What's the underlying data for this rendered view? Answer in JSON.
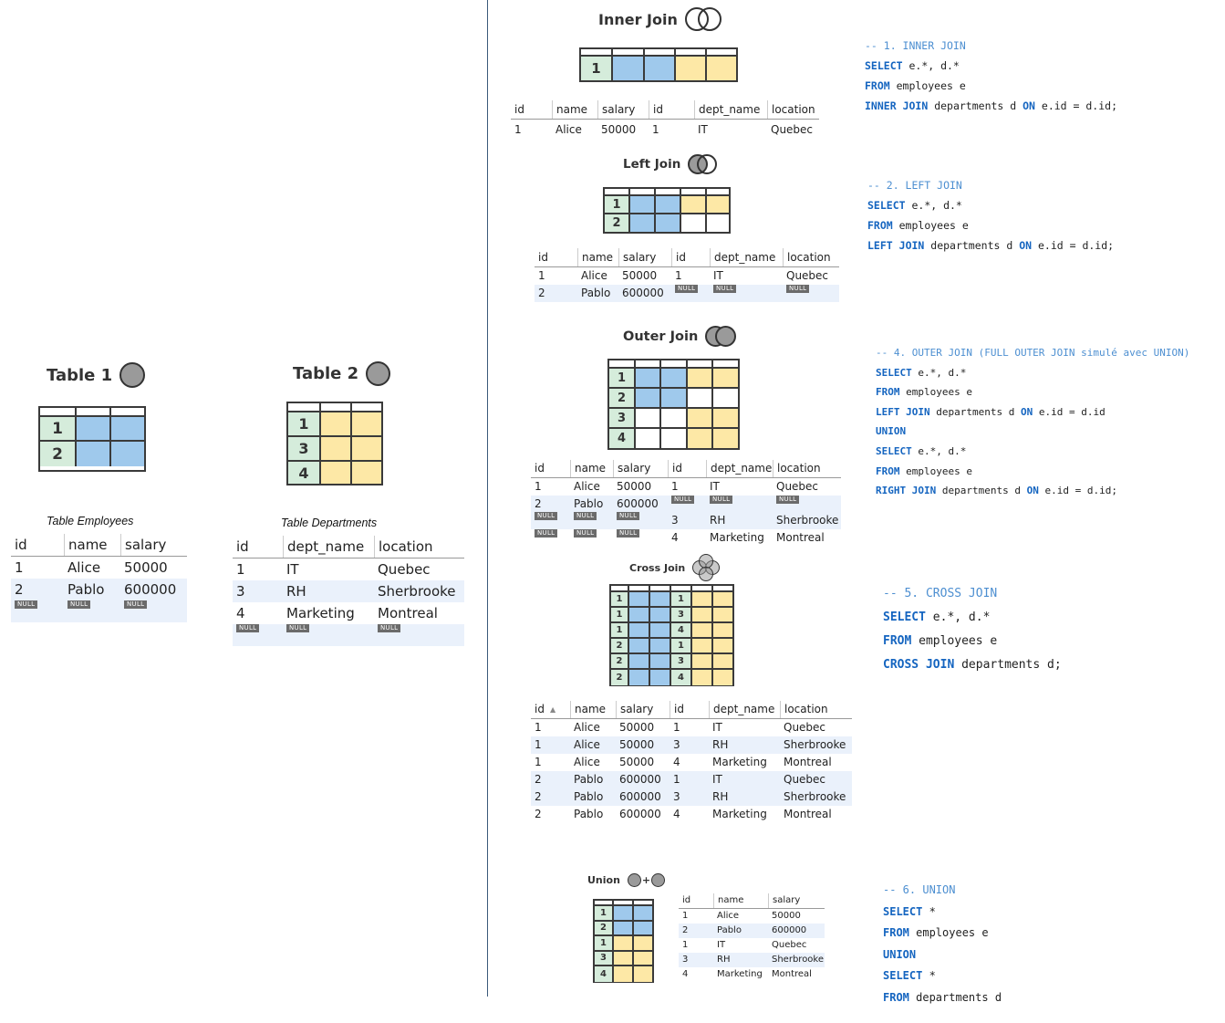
{
  "table1": {
    "title": "Table 1",
    "caption": "Table Employees",
    "block_labels": [
      "1",
      "2"
    ]
  },
  "table2": {
    "title": "Table 2",
    "caption": "Table Departments",
    "block_labels": [
      "1",
      "3",
      "4"
    ]
  },
  "null_label": "NULL",
  "employees_grid": {
    "headers": [
      "id",
      "name",
      "salary"
    ],
    "rows": [
      [
        "1",
        "Alice",
        "50000"
      ],
      [
        "2",
        "Pablo",
        "600000"
      ],
      [
        "NULL",
        "NULL",
        "NULL"
      ]
    ]
  },
  "departments_grid": {
    "headers": [
      "id",
      "dept_name",
      "location"
    ],
    "rows": [
      [
        "1",
        "IT",
        "Quebec"
      ],
      [
        "3",
        "RH",
        "Sherbrooke"
      ],
      [
        "4",
        "Marketing",
        "Montreal"
      ],
      [
        "NULL",
        "NULL",
        "NULL"
      ]
    ]
  },
  "inner": {
    "title": "Inner Join",
    "block_labels": [
      "1"
    ],
    "headers": [
      "id",
      "name",
      "salary",
      "id",
      "dept_name",
      "location"
    ],
    "rows": [
      [
        "1",
        "Alice",
        "50000",
        "1",
        "IT",
        "Quebec"
      ]
    ],
    "sql": [
      "-- 1. INNER JOIN",
      "SELECT e.*, d.*",
      "FROM employees e",
      "INNER JOIN departments d ON e.id = d.id;"
    ]
  },
  "left": {
    "title": "Left Join",
    "block_labels": [
      "1",
      "2"
    ],
    "headers": [
      "id",
      "name",
      "salary",
      "id",
      "dept_name",
      "location"
    ],
    "rows": [
      [
        "1",
        "Alice",
        "50000",
        "1",
        "IT",
        "Quebec"
      ],
      [
        "2",
        "Pablo",
        "600000",
        "NULL",
        "NULL",
        "NULL"
      ]
    ],
    "sql": [
      "-- 2. LEFT JOIN",
      "SELECT e.*, d.*",
      "FROM employees e",
      "LEFT JOIN departments d ON e.id = d.id;"
    ]
  },
  "outer": {
    "title": "Outer Join",
    "block_labels": [
      "1",
      "2",
      "3",
      "4"
    ],
    "headers": [
      "id",
      "name",
      "salary",
      "id",
      "dept_name",
      "location"
    ],
    "rows": [
      [
        "1",
        "Alice",
        "50000",
        "1",
        "IT",
        "Quebec"
      ],
      [
        "2",
        "Pablo",
        "600000",
        "NULL",
        "NULL",
        "NULL"
      ],
      [
        "NULL",
        "NULL",
        "NULL",
        "3",
        "RH",
        "Sherbrooke"
      ],
      [
        "NULL",
        "NULL",
        "NULL",
        "4",
        "Marketing",
        "Montreal"
      ]
    ],
    "sql": [
      "-- 4. OUTER JOIN (FULL OUTER JOIN simulé avec UNION)",
      "SELECT e.*, d.*",
      "FROM employees e",
      "LEFT JOIN departments d ON e.id = d.id",
      "UNION",
      "SELECT e.*, d.*",
      "FROM employees e",
      "RIGHT JOIN departments d ON e.id = d.id;"
    ]
  },
  "cross": {
    "title": "Cross Join",
    "block_left": [
      "1",
      "1",
      "1",
      "2",
      "2",
      "2"
    ],
    "block_right": [
      "1",
      "3",
      "4",
      "1",
      "3",
      "4"
    ],
    "headers": [
      "id",
      "name",
      "salary",
      "id",
      "dept_name",
      "location"
    ],
    "sort_arrow": "▲",
    "rows": [
      [
        "1",
        "Alice",
        "50000",
        "1",
        "IT",
        "Quebec"
      ],
      [
        "1",
        "Alice",
        "50000",
        "3",
        "RH",
        "Sherbrooke"
      ],
      [
        "1",
        "Alice",
        "50000",
        "4",
        "Marketing",
        "Montreal"
      ],
      [
        "2",
        "Pablo",
        "600000",
        "1",
        "IT",
        "Quebec"
      ],
      [
        "2",
        "Pablo",
        "600000",
        "3",
        "RH",
        "Sherbrooke"
      ],
      [
        "2",
        "Pablo",
        "600000",
        "4",
        "Marketing",
        "Montreal"
      ]
    ],
    "sql": [
      "-- 5. CROSS JOIN",
      "SELECT e.*, d.*",
      "FROM employees e",
      "CROSS JOIN departments d;"
    ]
  },
  "union": {
    "title": "Union",
    "plus": "+",
    "block_labels": [
      "1",
      "2",
      "1",
      "3",
      "4"
    ],
    "headers": [
      "id",
      "name",
      "salary"
    ],
    "rows": [
      [
        "1",
        "Alice",
        "50000"
      ],
      [
        "2",
        "Pablo",
        "600000"
      ],
      [
        "1",
        "IT",
        "Quebec"
      ],
      [
        "3",
        "RH",
        "Sherbrooke"
      ],
      [
        "4",
        "Marketing",
        "Montreal"
      ]
    ],
    "sql": [
      "-- 6. UNION",
      "SELECT *",
      "FROM employees e",
      "UNION",
      "SELECT *",
      "FROM departments d"
    ]
  },
  "colors": {
    "green": "#d5ecdb",
    "blue": "#9fc9ec",
    "yellow": "#fde8a6",
    "sql_keyword": "#1565c0",
    "sql_comment": "#4d8fd1"
  }
}
